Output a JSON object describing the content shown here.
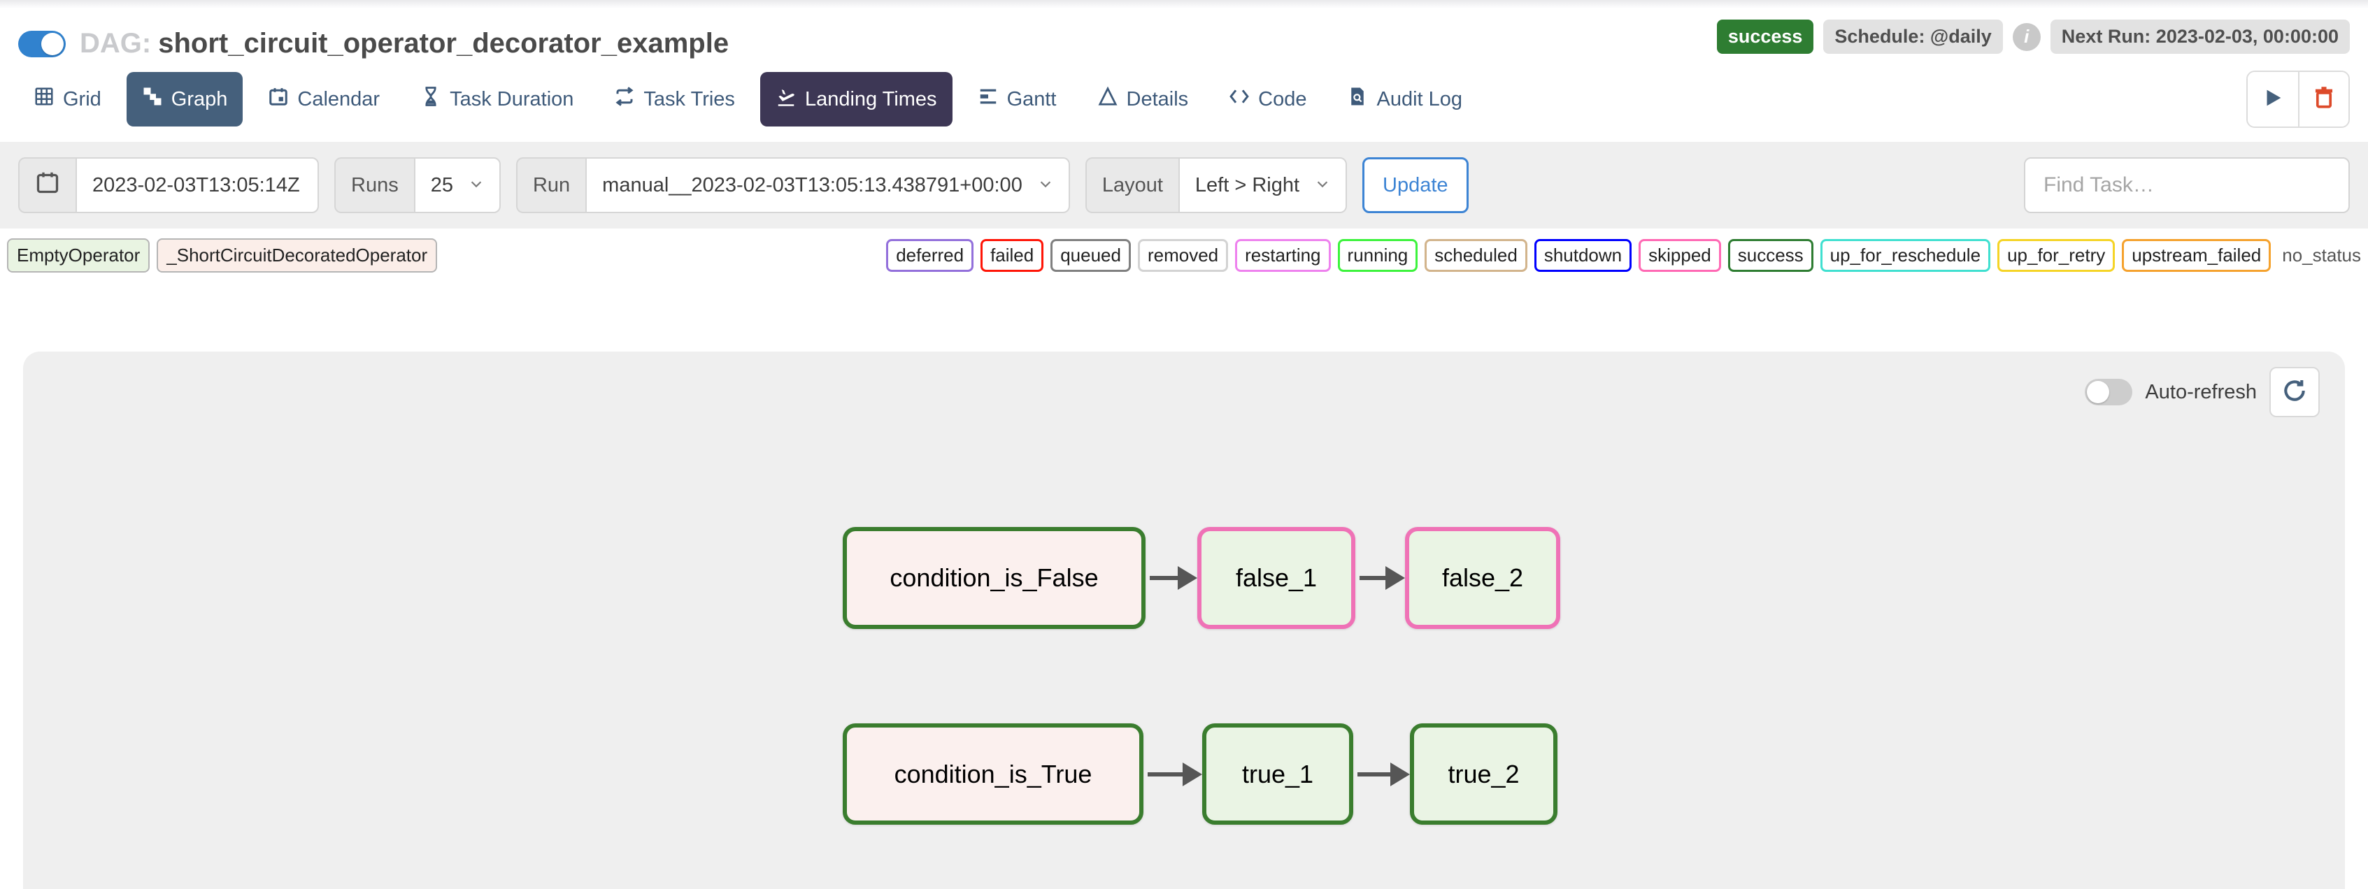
{
  "header": {
    "dag_prefix": "DAG:",
    "dag_title": "short_circuit_operator_decorator_example",
    "status_badge": "success",
    "schedule_label": "Schedule: @daily",
    "info_icon_glyph": "i",
    "next_run_label": "Next Run: 2023-02-03, 00:00:00",
    "pause_toggle_state": "on"
  },
  "tabs": {
    "items": [
      {
        "label": "Grid",
        "icon": "grid-icon",
        "selected": false
      },
      {
        "label": "Graph",
        "icon": "graph-icon",
        "selected": true
      },
      {
        "label": "Calendar",
        "icon": "calendar-icon",
        "selected": false
      },
      {
        "label": "Task Duration",
        "icon": "hourglass-icon",
        "selected": false
      },
      {
        "label": "Task Tries",
        "icon": "repeat-icon",
        "selected": false
      },
      {
        "label": "Landing Times",
        "icon": "plane-landing-icon",
        "selected": false,
        "highlighted": true
      },
      {
        "label": "Gantt",
        "icon": "gantt-bars-icon",
        "selected": false
      },
      {
        "label": "Details",
        "icon": "triangle-icon",
        "selected": false
      },
      {
        "label": "Code",
        "icon": "code-brackets-icon",
        "selected": false
      },
      {
        "label": "Audit Log",
        "icon": "document-search-icon",
        "selected": false
      }
    ]
  },
  "filters": {
    "base_date_value": "2023-02-03T13:05:14Z",
    "runs_label": "Runs",
    "runs_value": "25",
    "run_label": "Run",
    "run_value": "manual__2023-02-03T13:05:13.438791+00:00",
    "layout_label": "Layout",
    "layout_value": "Left > Right",
    "update_label": "Update",
    "find_task_placeholder": "Find Task…"
  },
  "legend": {
    "operators": [
      {
        "label": "EmptyOperator",
        "fill": "#e9f4e2"
      },
      {
        "label": "_ShortCircuitDecoratedOperator",
        "fill": "#fbeee9"
      }
    ],
    "statuses": [
      {
        "label": "deferred",
        "color": "#9370db"
      },
      {
        "label": "failed",
        "color": "#ff1507"
      },
      {
        "label": "queued",
        "color": "#808080"
      },
      {
        "label": "removed",
        "color": "#d3d3d3"
      },
      {
        "label": "restarting",
        "color": "#ee82ee"
      },
      {
        "label": "running",
        "color": "#3df33d"
      },
      {
        "label": "scheduled",
        "color": "#d2b48c"
      },
      {
        "label": "shutdown",
        "color": "#0000ff"
      },
      {
        "label": "skipped",
        "color": "#ff69b4"
      },
      {
        "label": "success",
        "color": "#2e7d32"
      },
      {
        "label": "up_for_reschedule",
        "color": "#40e0d0"
      },
      {
        "label": "up_for_retry",
        "color": "#f5d427"
      },
      {
        "label": "upstream_failed",
        "color": "#f5a22e"
      }
    ],
    "no_status_label": "no_status"
  },
  "graph": {
    "auto_refresh_label": "Auto-refresh",
    "auto_refresh_state": "off",
    "nodes": [
      {
        "label": "condition_is_False",
        "operator": "_ShortCircuitDecoratedOperator",
        "state": "success",
        "border_color": "#3a7d2e",
        "fill_color": "#fbf0ee"
      },
      {
        "label": "false_1",
        "operator": "EmptyOperator",
        "state": "skipped",
        "border_color": "#ef72b6",
        "fill_color": "#eaf4e4"
      },
      {
        "label": "false_2",
        "operator": "EmptyOperator",
        "state": "skipped",
        "border_color": "#ef72b6",
        "fill_color": "#eaf4e4"
      },
      {
        "label": "condition_is_True",
        "operator": "_ShortCircuitDecoratedOperator",
        "state": "success",
        "border_color": "#3a7d2e",
        "fill_color": "#fbf0ee"
      },
      {
        "label": "true_1",
        "operator": "EmptyOperator",
        "state": "success",
        "border_color": "#3a7d2e",
        "fill_color": "#eaf4e4"
      },
      {
        "label": "true_2",
        "operator": "EmptyOperator",
        "state": "success",
        "border_color": "#3a7d2e",
        "fill_color": "#eaf4e4"
      }
    ],
    "edges": [
      "condition_is_False->false_1",
      "false_1->false_2",
      "condition_is_True->true_1",
      "true_1->true_2"
    ]
  }
}
